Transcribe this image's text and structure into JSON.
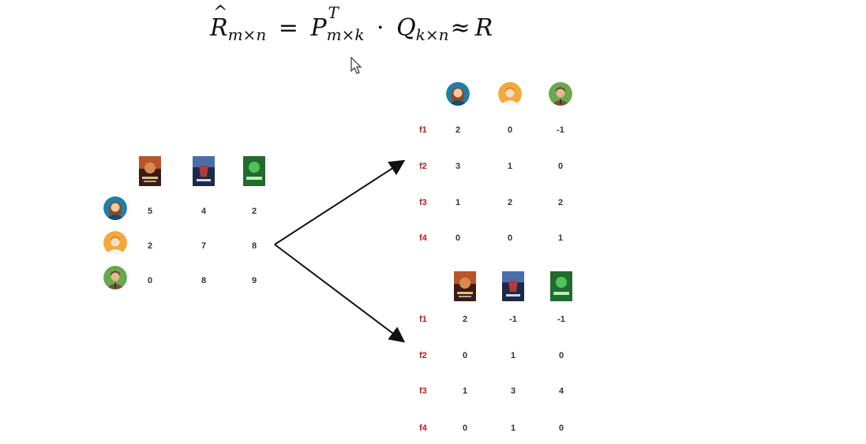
{
  "formula": {
    "R": "R",
    "r_sub": "m×n",
    "eq": "=",
    "P": "P",
    "p_sup": "T",
    "p_sub": "m×k",
    "dot": "·",
    "Q": "Q",
    "q_sub": "k×n",
    "approx": "≈",
    "R2": "R"
  },
  "left_matrix": {
    "users": [
      "user-woman-icon",
      "user-man-blond-icon",
      "user-man-brown-icon"
    ],
    "movies": [
      "movie-poster-red-icon",
      "movie-poster-blue-icon",
      "movie-poster-green-icon"
    ],
    "rows": [
      [
        "5",
        "4",
        "2"
      ],
      [
        "2",
        "7",
        "8"
      ],
      [
        "0",
        "8",
        "9"
      ]
    ]
  },
  "user_factors": {
    "users": [
      "user-woman-icon",
      "user-man-blond-icon",
      "user-man-brown-icon"
    ],
    "factor_labels": [
      "f1",
      "f2",
      "f3",
      "f4"
    ],
    "rows": [
      [
        "2",
        "0",
        "-1"
      ],
      [
        "3",
        "1",
        "0"
      ],
      [
        "1",
        "2",
        "2"
      ],
      [
        "0",
        "0",
        "1"
      ]
    ]
  },
  "movie_factors": {
    "movies": [
      "movie-poster-red-icon",
      "movie-poster-blue-icon",
      "movie-poster-green-icon"
    ],
    "factor_labels": [
      "f1",
      "f2",
      "f3",
      "f4"
    ],
    "rows": [
      [
        "2",
        "-1",
        "-1"
      ],
      [
        "0",
        "1",
        "0"
      ],
      [
        "1",
        "3",
        "4"
      ],
      [
        "0",
        "1",
        "0"
      ]
    ]
  },
  "colors": {
    "factor_label": "#b22222",
    "woman_skin": "#f2c9a0",
    "woman_bg": "#1e7fa8",
    "blond_bg": "#f3a93b",
    "brown_bg": "#6aa84f",
    "arrow": "#111111"
  }
}
